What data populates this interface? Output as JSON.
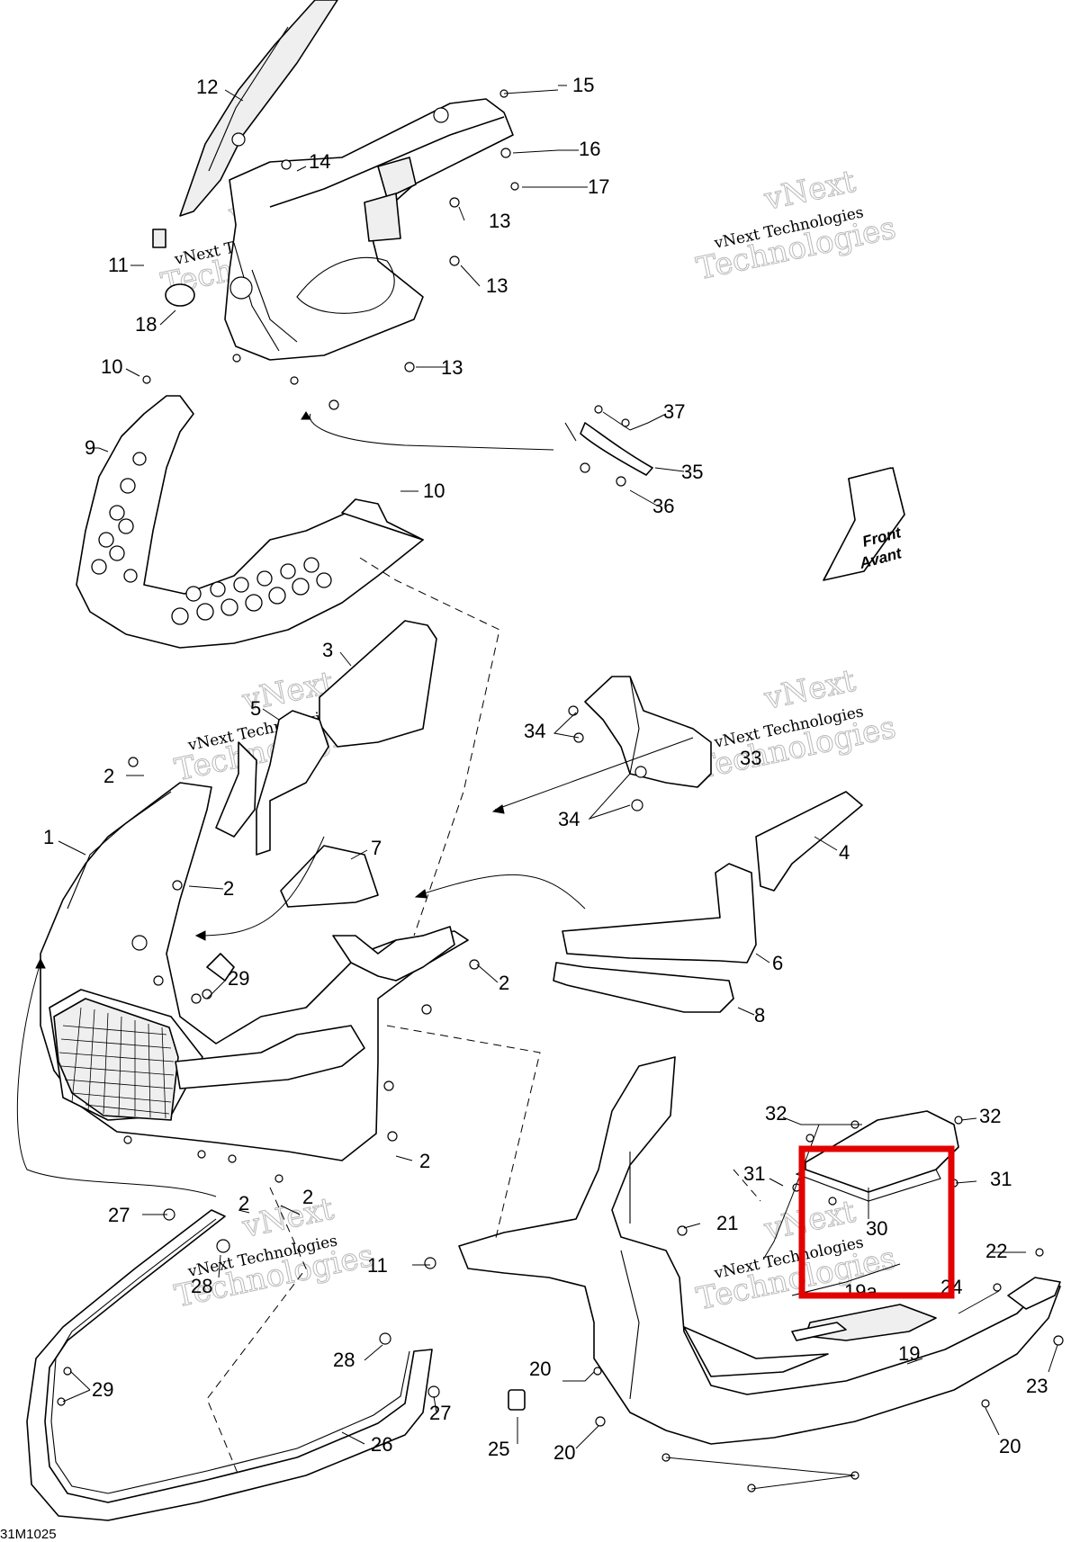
{
  "diagram": {
    "document_id": "31M1025",
    "direction_arrow": {
      "line1": "Front",
      "line2": "Avant"
    },
    "watermark": {
      "line1": "vNext",
      "line2": "vNext Technologies",
      "line3": "Technologies"
    },
    "highlight_color": "#e30000",
    "callouts": [
      {
        "id": "c12",
        "text": "12"
      },
      {
        "id": "c15",
        "text": "15"
      },
      {
        "id": "c16",
        "text": "16"
      },
      {
        "id": "c17",
        "text": "17"
      },
      {
        "id": "c14a",
        "text": "14"
      },
      {
        "id": "c13a",
        "text": "13"
      },
      {
        "id": "c11a",
        "text": "11"
      },
      {
        "id": "c13b",
        "text": "13"
      },
      {
        "id": "c18",
        "text": "18"
      },
      {
        "id": "c10a",
        "text": "10"
      },
      {
        "id": "c13c",
        "text": "13"
      },
      {
        "id": "c37",
        "text": "37"
      },
      {
        "id": "c9",
        "text": "9"
      },
      {
        "id": "c35",
        "text": "35"
      },
      {
        "id": "c10b",
        "text": "10"
      },
      {
        "id": "c36",
        "text": "36"
      },
      {
        "id": "c3",
        "text": "3"
      },
      {
        "id": "c5",
        "text": "5"
      },
      {
        "id": "c34a",
        "text": "34"
      },
      {
        "id": "c33",
        "text": "33"
      },
      {
        "id": "c2a",
        "text": "2"
      },
      {
        "id": "c34b",
        "text": "34"
      },
      {
        "id": "c1",
        "text": "1"
      },
      {
        "id": "c7",
        "text": "7"
      },
      {
        "id": "c4",
        "text": "4"
      },
      {
        "id": "c2b",
        "text": "2"
      },
      {
        "id": "c29a",
        "text": "29"
      },
      {
        "id": "c6",
        "text": "6"
      },
      {
        "id": "c2c",
        "text": "2"
      },
      {
        "id": "c8",
        "text": "8"
      },
      {
        "id": "c2d",
        "text": "2"
      },
      {
        "id": "c32a",
        "text": "32"
      },
      {
        "id": "c32b",
        "text": "32"
      },
      {
        "id": "c31a",
        "text": "31"
      },
      {
        "id": "c31b",
        "text": "31"
      },
      {
        "id": "c2e",
        "text": "2"
      },
      {
        "id": "c2f",
        "text": "2"
      },
      {
        "id": "c30",
        "text": "30"
      },
      {
        "id": "c27a",
        "text": "27"
      },
      {
        "id": "c21",
        "text": "21"
      },
      {
        "id": "c22",
        "text": "22"
      },
      {
        "id": "c28a",
        "text": "28"
      },
      {
        "id": "c11b",
        "text": "11"
      },
      {
        "id": "c19a",
        "text": "19a"
      },
      {
        "id": "c24",
        "text": "24"
      },
      {
        "id": "c19b",
        "text": "19"
      },
      {
        "id": "c28b",
        "text": "28"
      },
      {
        "id": "c29b",
        "text": "29"
      },
      {
        "id": "c20a",
        "text": "20"
      },
      {
        "id": "c23",
        "text": "23"
      },
      {
        "id": "c27b",
        "text": "27"
      },
      {
        "id": "c26",
        "text": "26"
      },
      {
        "id": "c25",
        "text": "25"
      },
      {
        "id": "c20b",
        "text": "20"
      },
      {
        "id": "c20c",
        "text": "20"
      }
    ]
  }
}
